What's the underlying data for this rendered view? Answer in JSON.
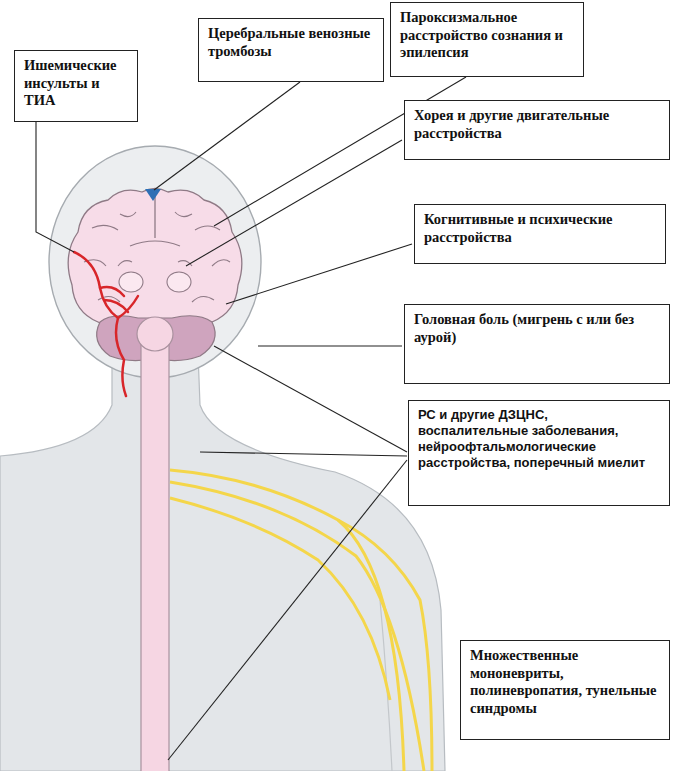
{
  "diagram": {
    "nodes": [
      {
        "text": [
          "Ишемические инсульты и ТИА"
        ]
      },
      {
        "text": [
          "Церебральные венозные тромбозы"
        ]
      },
      {
        "text": [
          "Пароксизмальное расстройство сознания и эпилепсия"
        ]
      },
      {
        "text": [
          "Хорея и другие двигательные расстройства"
        ]
      },
      {
        "text": [
          "Когнитивные и психические расстройства"
        ]
      },
      {
        "text": [
          "Головная боль (мигрень с или без аурой)"
        ]
      },
      {
        "text": [
          "РС и другие ДЗЦНС, воспалительные заболевания, нейроофтальмологические расстройства, поперечный миелит"
        ]
      },
      {
        "text": [
          "Множественные мононевриты, полиневропатия, тунельные синдромы"
        ]
      }
    ]
  }
}
